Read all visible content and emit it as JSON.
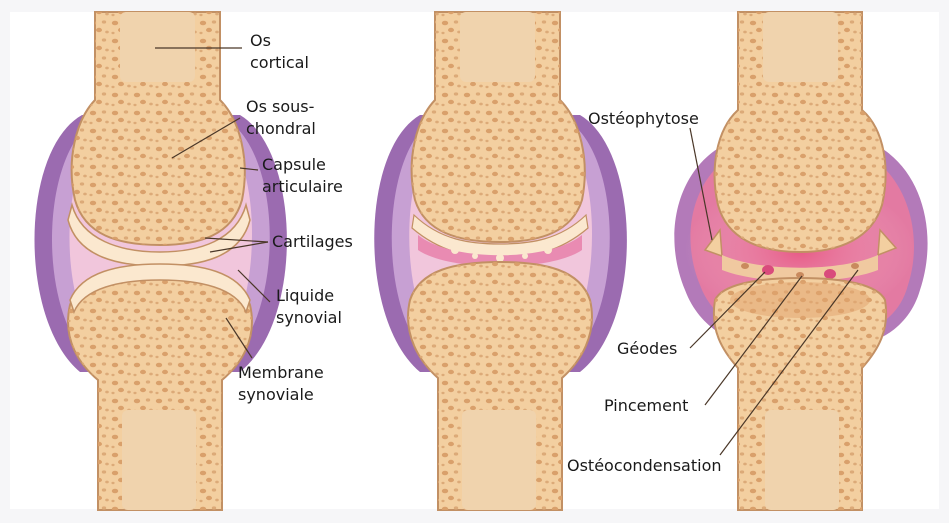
{
  "labels": {
    "os_cortical": [
      "Os",
      "cortical"
    ],
    "os_sous_chondral": [
      "Os sous-",
      "chondral"
    ],
    "capsule_articulaire": [
      "Capsule",
      "articulaire"
    ],
    "cartilages": "Cartilages",
    "liquide_synovial": [
      "Liquide",
      "synovial"
    ],
    "membrane_synoviale": [
      "Membrane",
      "synoviale"
    ],
    "osteophytose": "Ostéophytose",
    "geodes": "Géodes",
    "pincement": "Pincement",
    "osteocondensation": "Ostéocondensation"
  },
  "colors": {
    "background": "#f6f6f8",
    "panel": "#ffffff",
    "bone": "#f3cfa0",
    "bone_shadow": "#e3b684",
    "pores": "#dba673",
    "cartilage": "#fbe8cf",
    "capsule_purple": "#9b6bb0",
    "capsule_light": "#c9a3d4",
    "synovial_pink": "#f2c6dc",
    "inflamed": "#e05a86",
    "outline": "#c29064",
    "leader_line": "#4a3728"
  }
}
